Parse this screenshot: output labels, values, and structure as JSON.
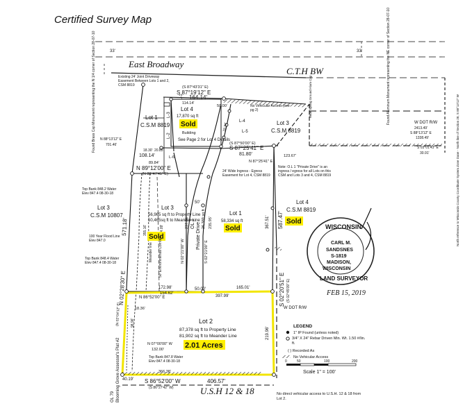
{
  "header": {
    "title": "Certified Survey Map"
  },
  "roads": {
    "top": "East Broadway",
    "top_right": "C.T.H BW",
    "bottom": "U.S.H 12 & 18",
    "top_tick_1": "33'",
    "top_tick_2": "33'",
    "row_top": "W DOT R/W",
    "row_bottom": "W DOT R/W"
  },
  "monuments": {
    "left": "Found Brass Cap Monument representing the N 1/4 corner of Section 28-07-10",
    "right": "Found Aluminum Monument representing the NE corner of Section 28-07-10",
    "far_right": "North reference to Wisconsin County Coordinate System Zone Dane - North line of Section 28, S 88°13'12\" W",
    "mid_right": "Wide Spring Ground Alum Cap"
  },
  "notes": {
    "driveway": "Existing 24' Joint Driveway Easement Between Lots 1 and 2, CSM 8819",
    "no_vehicular": "No Vehicular Access (see pg 2)",
    "ingress": "24' Wide Ingress - Egress Easement for Lot 4, CSM 8819",
    "ol1_note": "Note: O.L 1 \"Private Drive\" is an ingress / egress for all Lots on this CSM and Lots 3 and 4, CSM 8819",
    "building": "Building",
    "see_page": "See Page 2 for Lot 4 Details",
    "floodline": "100 Year Flood Line Elev 847.0",
    "top_bank_1": "Top Bank 848.2 Water Elev 847.4 08-30-18",
    "top_bank_2": "Top Bank 848.4 Water Elev 847.4 08-30-18",
    "top_bank_3": "Top Bank 847.8 Water Elev 847.4 08-30-18",
    "environmental": "50' Environmental Corridor",
    "meander": "Meander line",
    "bottom_note": "No direct vehicular access to U.S.H. 12 & 18 from Lot 2."
  },
  "lots": {
    "lot1_csm": {
      "name": "Lot 1",
      "csm": "C.S.M 8819"
    },
    "lot3_csm": {
      "name": "Lot 3",
      "csm": "C.S.M 8819"
    },
    "lot4_csm": {
      "name": "Lot 4",
      "csm": "C.S.M 8819"
    },
    "lot3_10807": {
      "name": "Lot 3",
      "csm": "C.S.M 10807"
    },
    "lot4_top": {
      "name": "Lot 4",
      "area": "17,870 sq ft"
    },
    "lot3": {
      "name": "Lot 3",
      "area": "56,965 sq ft to Property Line",
      "area2": "50,465sq ft to Meander Line"
    },
    "lot1": {
      "name": "Lot 1",
      "area": "58,334 sq ft"
    },
    "ol1": {
      "name": "OL 1",
      "sub": "Private Drive",
      "area": "26,389 sq ft"
    },
    "lot2": {
      "name": "Lot 2",
      "area": "87,378 sq ft to Property Line",
      "area2": "81,902 sq ft to Meander Line",
      "acres": "2.01 Acres"
    },
    "ol79": {
      "name": "OL 79",
      "sub": "Blooming Grove Assessor's Plat #2"
    }
  },
  "sold": [
    "Sold",
    "Sold",
    "Sold",
    "Sold"
  ],
  "bearings": {
    "b1": "S 87°19'12\" E",
    "b1r": "(S 87°43'31\" E)",
    "b1d": "164.14'",
    "b1d2": "114.14'",
    "b1d3": "50.00'",
    "b2": "S 87°25'41\" E",
    "b2r": "(S 87°50'00\" E)",
    "b2d": "81.80'",
    "b2d2": "N 87°25'41\" E",
    "b2d3": "123.67'",
    "b3": "N 89°12'00\" E",
    "b3r": "(N 88°47'41\" E)",
    "b3d": "108.14'",
    "b3d2": "89.84'",
    "b4": "N 86°52'00\" E",
    "b4a": "172.98'",
    "b4b": "154.62'",
    "b4c": "50.00'",
    "b4d": "165.01'",
    "b4e": "397.99'",
    "b5": "S 86°52'00\" W",
    "b5r": "(S 86°27'42\" W)",
    "b5d": "406.57'",
    "b5d2": "366.38'",
    "b5d3": "40.19'",
    "b6": "N 02°28'30\" E",
    "b6r": "(N 02°04'12\" E)",
    "b6d": "571.18'",
    "b7": "S 02°20'51\" E",
    "b7r": "(S 02°45'09\" E)",
    "b7d": "587.47'",
    "b7d2": "367.51'",
    "b7d3": "219.96'",
    "b8": "N 07°00'00\" W",
    "b8d": "132.00'",
    "b9": "N 02°21'00\" W",
    "b9d": "237.56'",
    "b10": "S 02°21'00\" E",
    "b10d": "235.95'",
    "b11": "N 88°13'12\" E",
    "b11d": "701.46'",
    "b12": "S 03°01'43\" E",
    "b12d": "30.91'",
    "b13": "S 88°13'12\" E",
    "b13d": "2413.49'",
    "b13d2": "1338.49'",
    "b14": "18.30'",
    "b15": "20.85'",
    "b16": "18.36'",
    "b17": "98.96'",
    "b18": "355.16'",
    "b19": "344.09'",
    "b20": "78.34'",
    "l1": "L-1",
    "l2": "L-2",
    "l3": "L-3",
    "l4": "L-4",
    "l5": "L-5",
    "l6": "L-6",
    "d50": "50'",
    "d50b": "50'"
  },
  "legend": {
    "title": "LEGEND",
    "items": [
      "1\" IP Found (unless noted)",
      "3/4\" X 24\" Rebar Driven Min. Wt. 1.50 #/lin. ft.",
      "( ) Recorded As",
      "No Vehicular Access"
    ],
    "scale_ticks": [
      "0",
      "50",
      "100",
      "200"
    ],
    "scale": "Scale 1\" = 100'"
  },
  "seal": {
    "state": "WISCONSIN",
    "name1": "CARL M.",
    "name2": "SANDSNES",
    "number": "S-1819",
    "city": "MADISON,",
    "state2": "WISCONSIN",
    "role": "LAND SURVEYOR",
    "date": "FEB 15, 2019"
  }
}
